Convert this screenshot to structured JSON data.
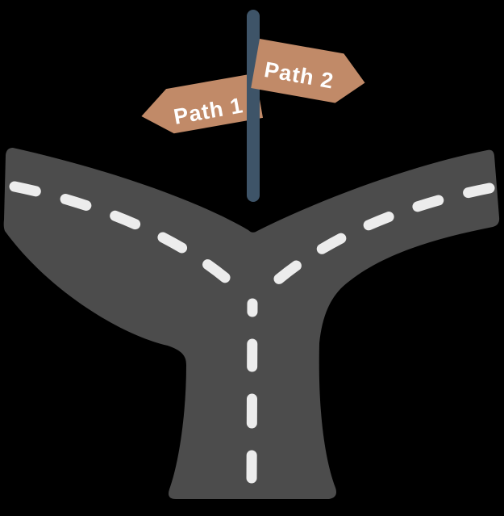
{
  "scene": {
    "description": "Fork in the road illustration with a signpost showing two directions",
    "background_color": "#000000",
    "road": {
      "color": "#4c4c4c",
      "marking_color": "#ececec",
      "type": "forked-road",
      "branches": [
        "left",
        "right"
      ]
    },
    "signpost": {
      "pole_color": "#3e5468",
      "sign_color": "#c18a68",
      "label_color": "#ffffff",
      "signs": [
        {
          "label": "Path 1",
          "direction": "left"
        },
        {
          "label": "Path 2",
          "direction": "right"
        }
      ]
    }
  }
}
